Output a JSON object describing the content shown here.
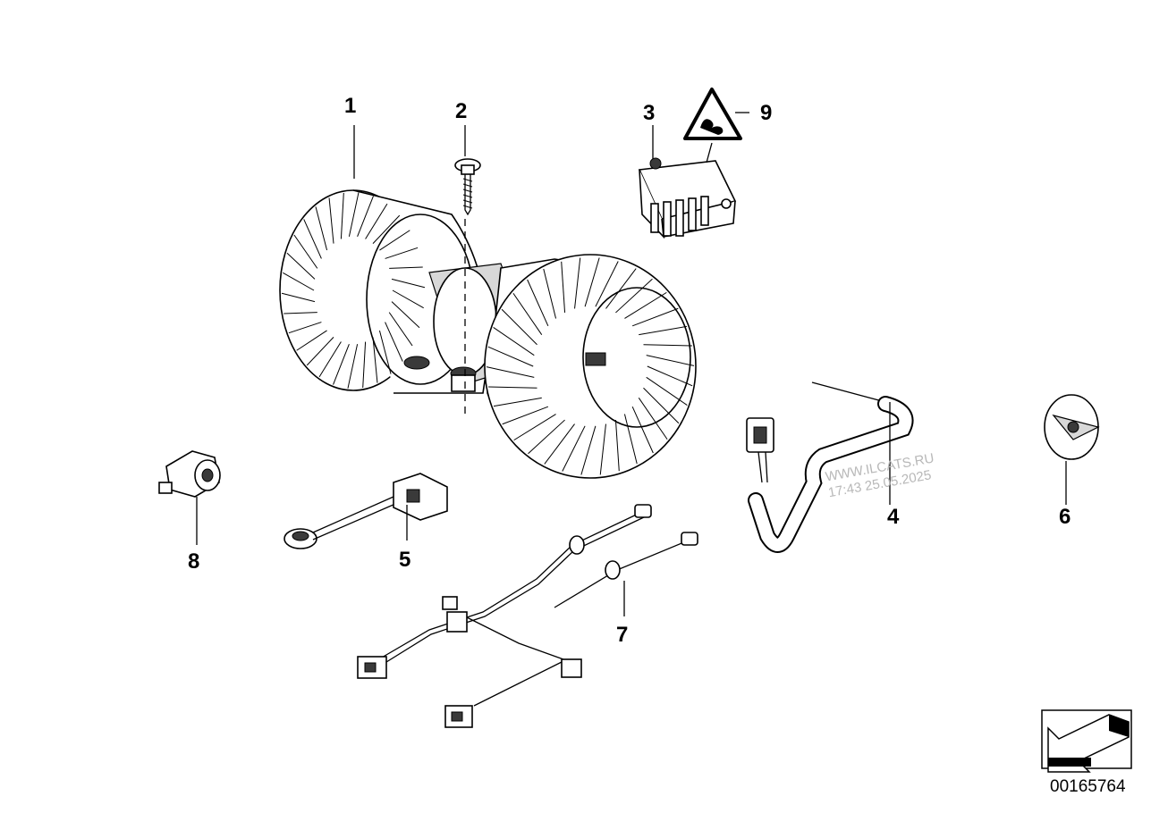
{
  "callouts": [
    {
      "id": "1",
      "label": "1"
    },
    {
      "id": "2",
      "label": "2"
    },
    {
      "id": "3",
      "label": "3"
    },
    {
      "id": "4",
      "label": "4"
    },
    {
      "id": "5",
      "label": "5"
    },
    {
      "id": "6",
      "label": "6"
    },
    {
      "id": "7",
      "label": "7"
    },
    {
      "id": "8",
      "label": "8"
    },
    {
      "id": "9",
      "label": "9"
    }
  ],
  "watermark": {
    "line1": "WWW.ILCATS.RU",
    "line2": "17:43 25.05.2025"
  },
  "document_number": "00165764",
  "icons": {
    "nav": "arrow-left-down-icon",
    "warning": "warning-triangle-icon"
  }
}
